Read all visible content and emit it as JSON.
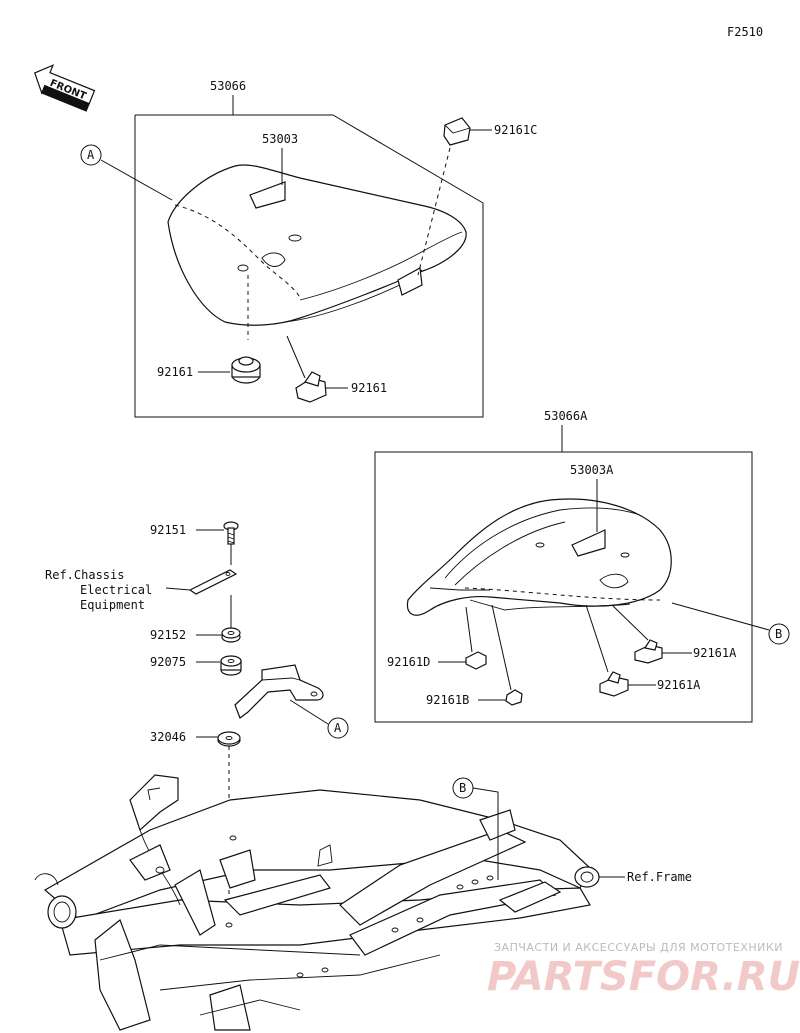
{
  "figure_code": "F2510",
  "front_label": "FRONT",
  "labels": {
    "p53066": "53066",
    "p53003": "53003",
    "p92161C": "92161C",
    "p92161_left": "92161",
    "p92161_right": "92161",
    "p53066A": "53066A",
    "p53003A": "53003A",
    "p92161D": "92161D",
    "p92161B": "92161B",
    "p92161A_1": "92161A",
    "p92161A_2": "92161A",
    "p92151": "92151",
    "p92152": "92152",
    "p92075": "92075",
    "p32046": "32046",
    "ref_chassis_1": "Ref.Chassis",
    "ref_chassis_2": "Electrical",
    "ref_chassis_3": "Equipment",
    "ref_frame": "Ref.Frame"
  },
  "callouts": {
    "a1": "A",
    "a2": "A",
    "b1": "B",
    "b2": "B"
  },
  "watermark": {
    "line1": "ЗАПЧАСТИ И АКСЕССУАРЫ ДЛЯ МОТОТЕХНИКИ",
    "logo": "PARTSFOR.RU"
  }
}
